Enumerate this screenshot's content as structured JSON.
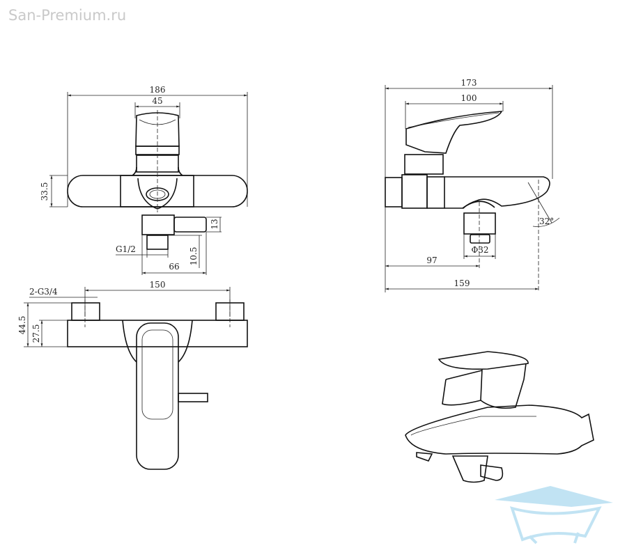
{
  "watermark": "San-Premium.ru",
  "front_view": {
    "overall_width": "186",
    "handle_width": "45",
    "body_height": "33.5",
    "diverter_diameter": "13",
    "outlet_thread": "G1/2",
    "outlet_height": "10.5",
    "outlet_offset": "66"
  },
  "top_view": {
    "inlet_thread": "2-G3/4",
    "inlet_spacing": "150",
    "total_height": "44.5",
    "body_height": "27.5"
  },
  "side_view": {
    "overall_depth": "173",
    "handle_length": "100",
    "outlet_offset": "97",
    "outlet_diameter": "Φ32",
    "spout_angle": "32°",
    "spout_reach": "159"
  },
  "colors": {
    "line": "#111111",
    "watermark": "#c9c9c9",
    "logo": "#a8d8ef"
  }
}
